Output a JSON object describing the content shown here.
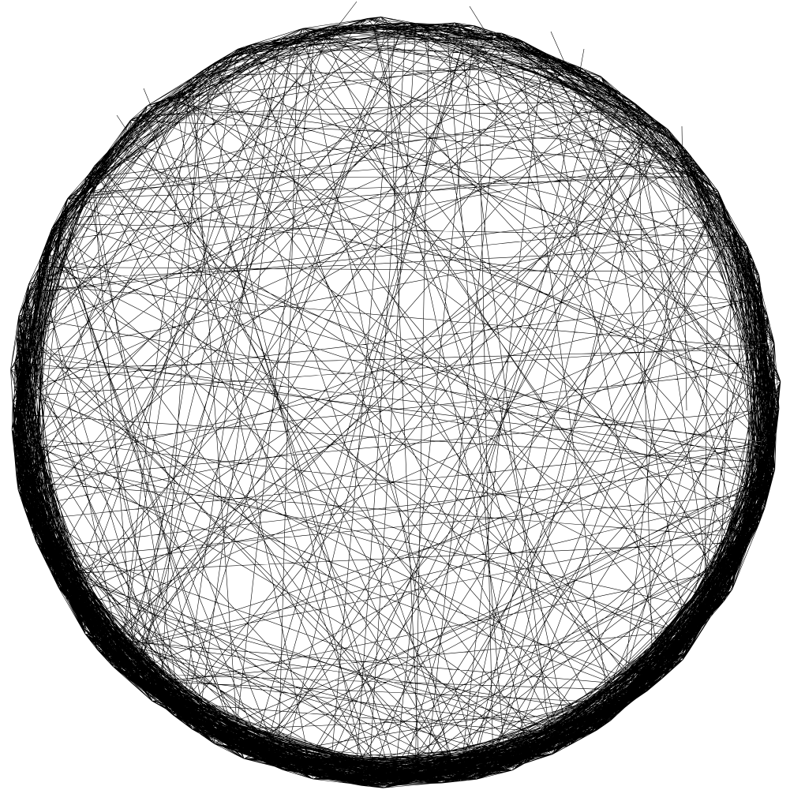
{
  "diagram": {
    "type": "circular-graph",
    "background_color": "#ffffff",
    "edge_color": "#000000",
    "node_count": 360,
    "random_seed": 1337,
    "edge_families": [
      {
        "kind": "ring",
        "offsets": [
          1,
          2,
          3,
          5,
          8
        ]
      },
      {
        "kind": "random-chords",
        "count": 2400,
        "lower_half_bias": 0.78
      },
      {
        "kind": "long-chords",
        "count": 420
      }
    ]
  }
}
